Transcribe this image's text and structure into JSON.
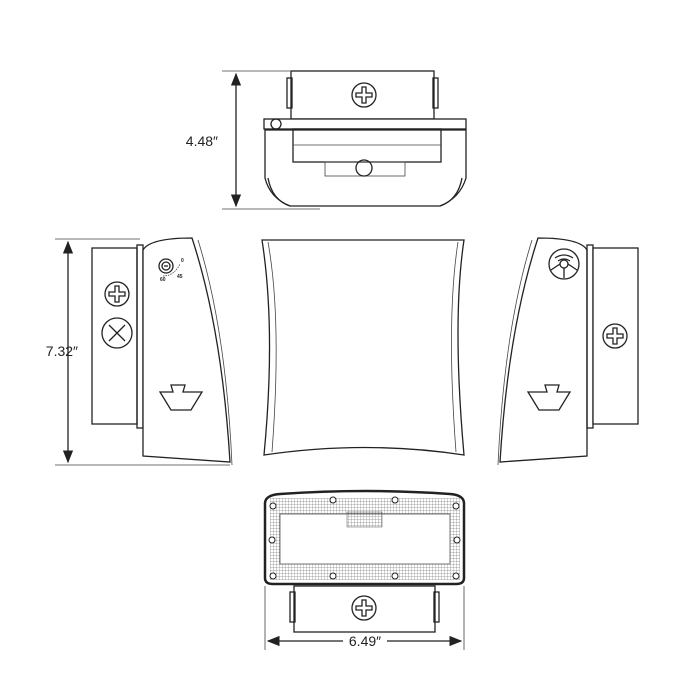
{
  "dimensions": {
    "height_top_view": "4.48″",
    "height_side_view": "7.32″",
    "width_bottom_view": "6.49″"
  },
  "tilt_dial_labels": [
    "0",
    "45",
    "60"
  ],
  "views": [
    "top",
    "left-side",
    "front",
    "right-side",
    "bottom"
  ],
  "icons": {
    "screw": "phillips-screw-icon",
    "knockout": "x-knockout-icon",
    "keyhole": "keyhole-mount-icon",
    "dial": "tilt-dial-icon",
    "photocell": "photocell-knob-icon"
  }
}
